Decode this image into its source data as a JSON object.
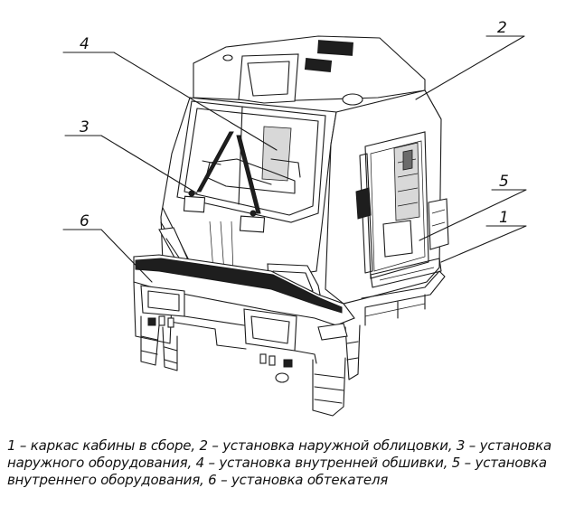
{
  "callouts": [
    {
      "number": "1"
    },
    {
      "number": "2"
    },
    {
      "number": "3"
    },
    {
      "number": "4"
    },
    {
      "number": "5"
    },
    {
      "number": "6"
    }
  ],
  "caption": {
    "line1": "1 – каркас кабины в сборе, 2 – установка наружной облицовки, 3 – установка",
    "line2": "наружного оборудования, 4 – установка внутренней обшивки, 5 – установка",
    "line3": "внутреннего оборудования, 6 – установка обтекателя"
  }
}
